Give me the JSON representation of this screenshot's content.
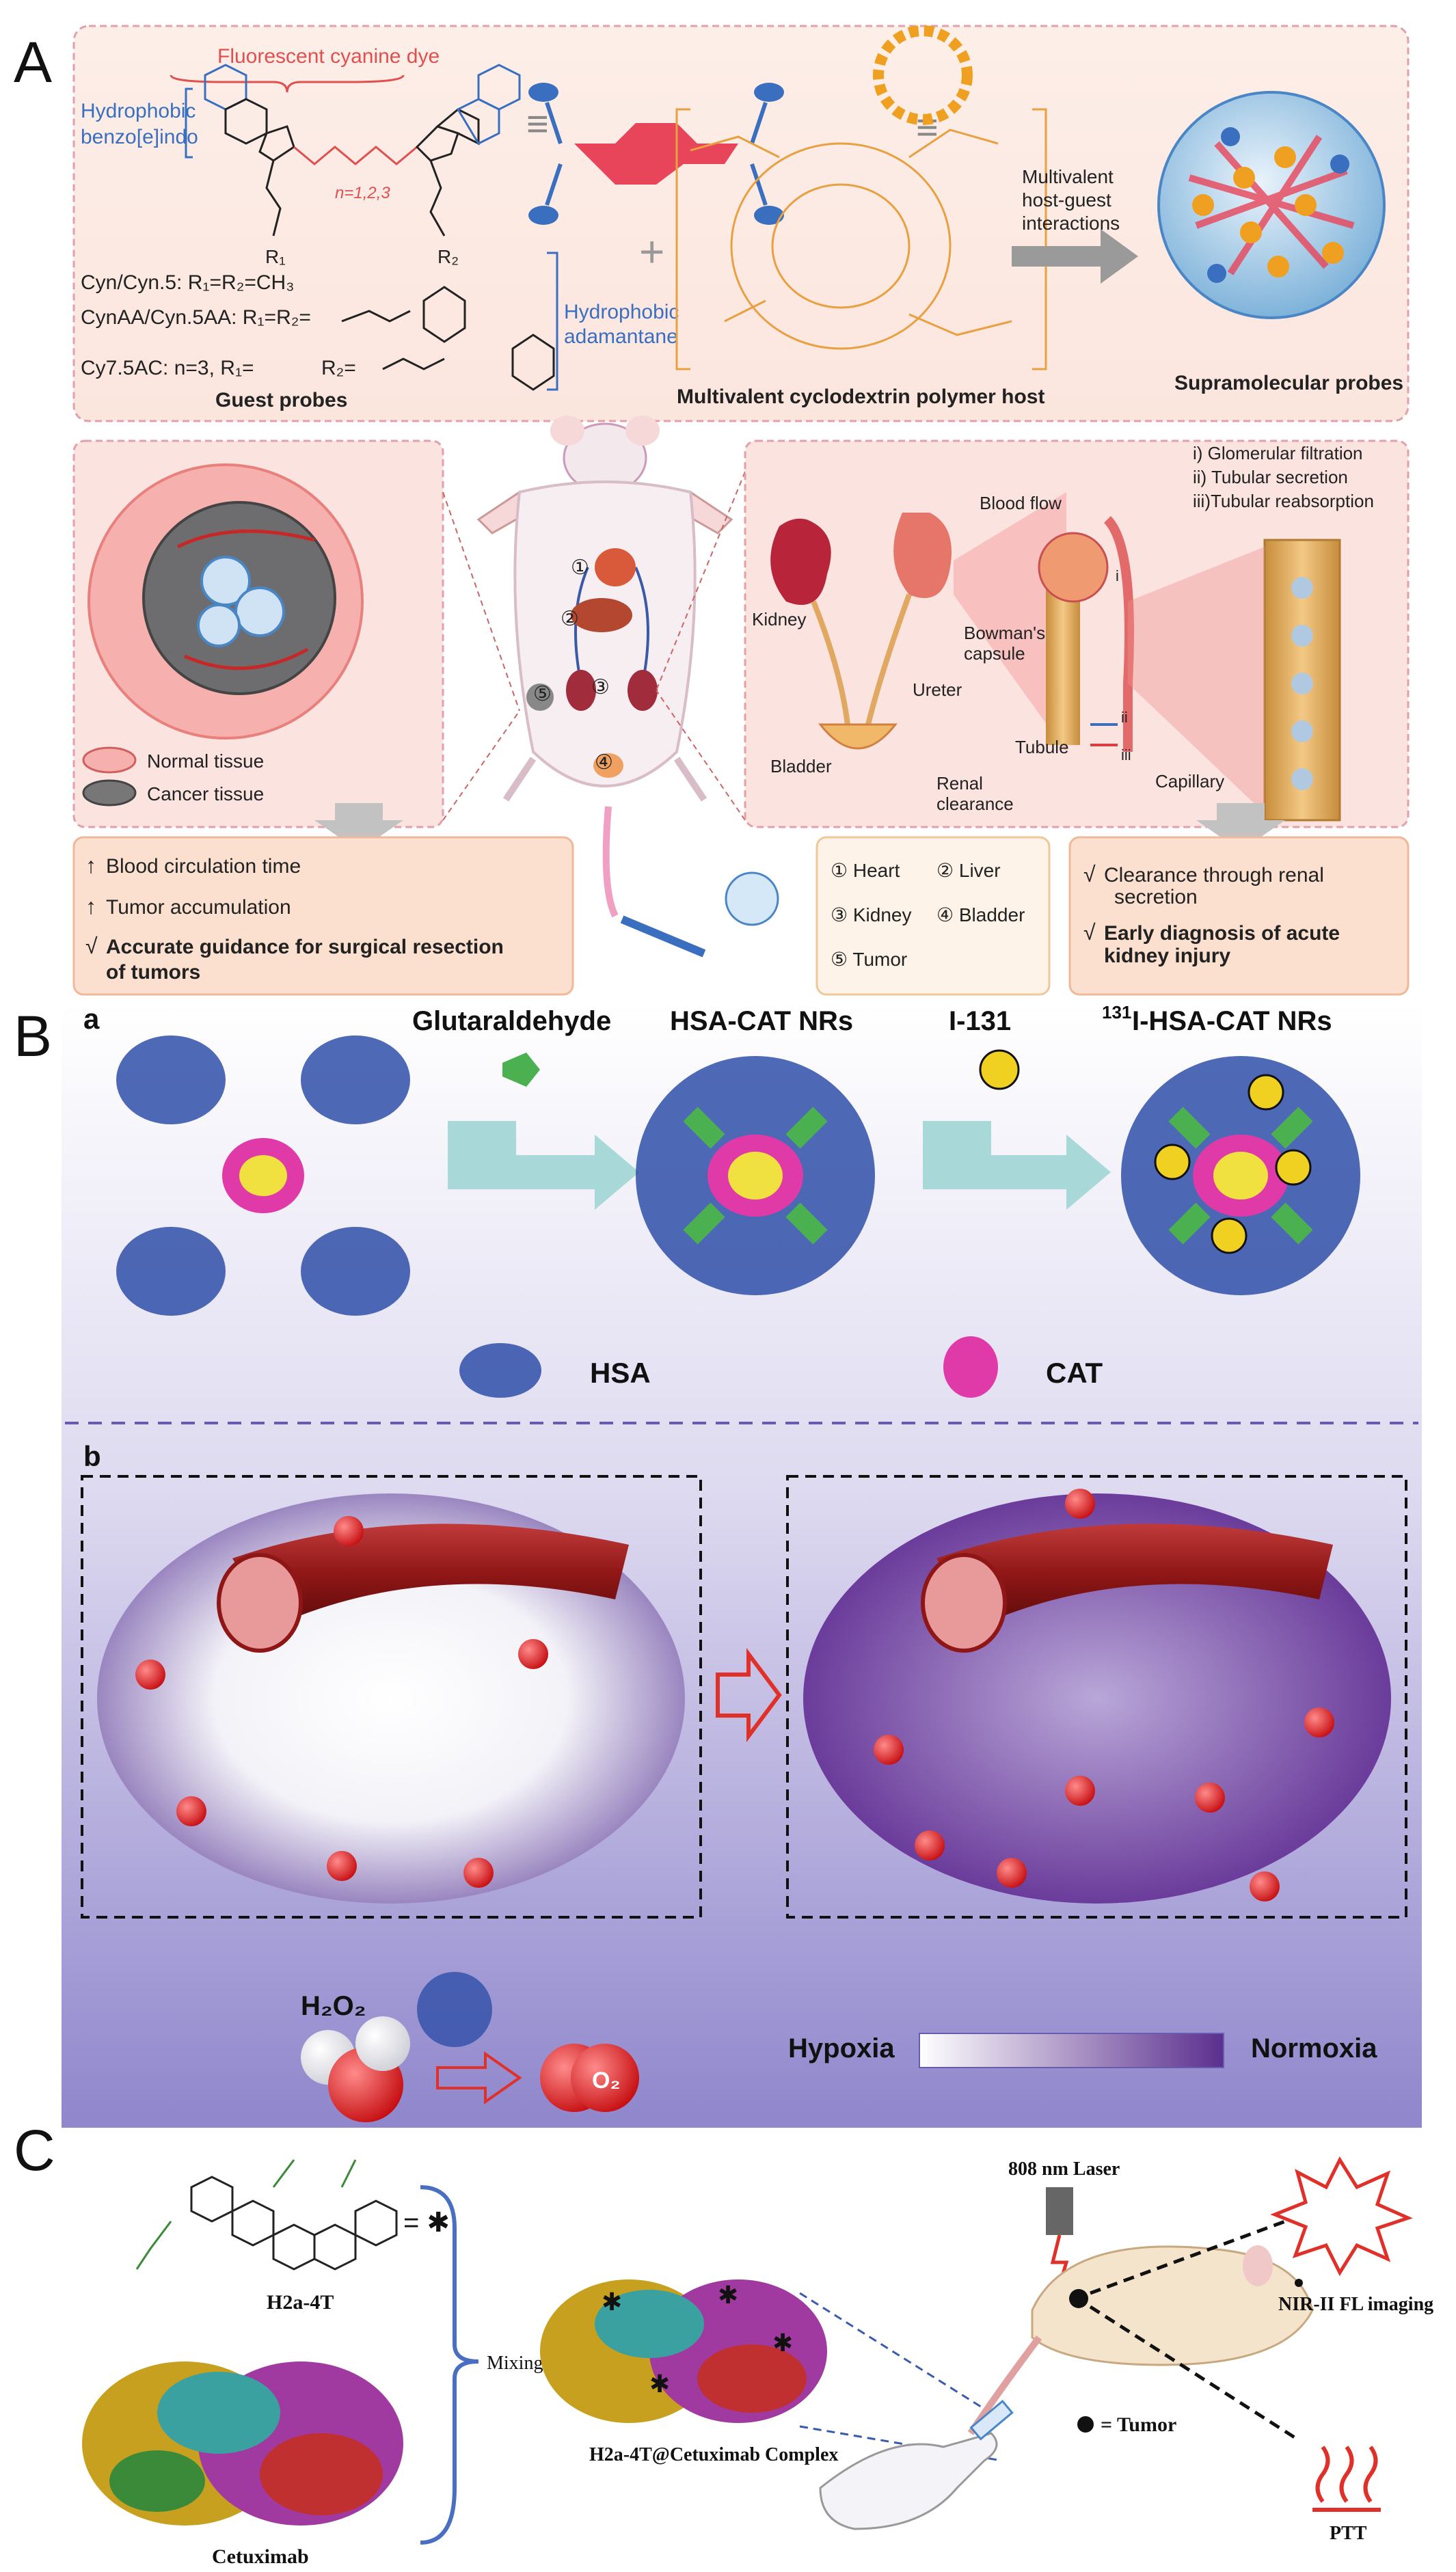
{
  "panelA": {
    "letter": "A",
    "dye_title": "Fluorescent cyanine dye",
    "hydrophobic_benzo_1": "Hydrophobic",
    "hydrophobic_benzo_2": "benzo[e]indo",
    "n_label": "n=1,2,3",
    "r1": "R₁",
    "r2": "R₂",
    "line1": "Cyn/Cyn.5: R₁=R₂=CH₃",
    "line2": "CynAA/Cyn.5AA: R₁=R₂=",
    "line3": "Cy7.5AC: n=3, R₁=",
    "line3b": "R₂=",
    "hydrophobic_ad_1": "Hydrophobic",
    "hydrophobic_ad_2": "adamantane",
    "guest": "Guest probes",
    "host": "Multivalent cyclodextrin polymer host",
    "multivalent_1": "Multivalent",
    "multivalent_2": "host-guest",
    "multivalent_3": "interactions",
    "supra": "Supramolecular probes",
    "normal_tissue": "Normal tissue",
    "cancer_tissue": "Cancer tissue",
    "left_box": [
      "Blood circulation time",
      "Tumor accumulation",
      "Accurate guidance for surgical resection",
      "of tumors"
    ],
    "organs": [
      "① Heart",
      "② Liver",
      "③ Kidney",
      "④ Bladder",
      "⑤ Tumor"
    ],
    "kidney_labels": {
      "i": "i) Glomerular filtration",
      "ii": "ii) Tubular secretion",
      "iii": "iii)Tubular reabsorption",
      "blood_flow": "Blood flow",
      "kidney": "Kidney",
      "bowman_1": "Bowman's",
      "bowman_2": "capsule",
      "ureter": "Ureter",
      "bladder": "Bladder",
      "tubule": "Tubule",
      "capillary": "Capillary",
      "renal_1": "Renal",
      "renal_2": "clearance",
      "small_i": "i",
      "small_ii": "ii",
      "small_iii": "iii"
    },
    "right_box": [
      "Clearance through renal",
      "secretion",
      "Early diagnosis of acute",
      "kidney injury"
    ]
  },
  "panelB": {
    "letter": "B",
    "sub_a": "a",
    "sub_b": "b",
    "glutaraldehyde": "Glutaraldehyde",
    "hsa_cat": "HSA-CAT NRs",
    "i131": "I-131",
    "i131_sup": "131",
    "i131_nrs": "I-HSA-CAT NRs",
    "hsa": "HSA",
    "cat": "CAT",
    "h2o2": "H₂O₂",
    "o2": "O₂",
    "hypoxia": "Hypoxia",
    "normoxia": "Normoxia"
  },
  "panelC": {
    "letter": "C",
    "h2a": "H2a-4T",
    "mixing": "Mixing",
    "cetuximab": "Cetuximab",
    "complex": "H2a-4T@Cetuximab Complex",
    "laser": "808 nm Laser",
    "nir": "NIR-II FL imaging",
    "tumor": "= Tumor",
    "ptt": "PTT"
  }
}
